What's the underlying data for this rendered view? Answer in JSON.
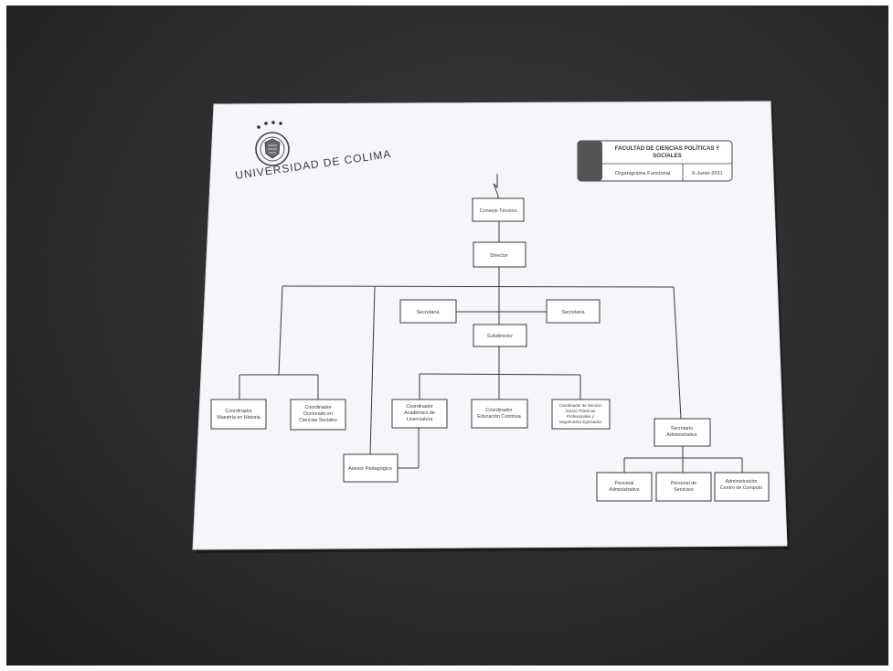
{
  "document": {
    "seal": {
      "text": "UNIVERSIDAD DE COLIMA",
      "icon": "university-seal-icon"
    },
    "header": {
      "title_line1": "FACULTAD DE CIENCIAS POLÍTICAS Y",
      "title_line2": "SOCIALES",
      "doc_type": "Organigrama Funcional",
      "date": "6-Junio-2011"
    },
    "org_chart": {
      "consejo_tecnico": "Consejo Técnico",
      "director": "Director",
      "secretaria_left": "Secretaria",
      "secretaria_right": "Secretaria",
      "subdirector": "Subdirector",
      "coord_maestria": [
        "Coordinador",
        "Maestría en Historia"
      ],
      "coord_doctorado": [
        "Coordinador",
        "Doctorado en",
        "Ciencias Sociales"
      ],
      "asesor_pedagogico": "Asesor Pedagógico",
      "coord_academico": [
        "Coordinador",
        "Académico de",
        "Licenciatura"
      ],
      "coord_educacion": [
        "Coordinador",
        "Educación Continua"
      ],
      "coord_servicio": [
        "Coordinador de Servicio",
        "Social, Prácticas",
        "Profesionales y",
        "Seguimiento Egresados"
      ],
      "secretario_admin": [
        "Secretario",
        "Administrativo"
      ],
      "personal_admin": [
        "Personal",
        "Administrativo"
      ],
      "personal_servicios": [
        "Personal de",
        "Servicios"
      ],
      "admin_centro": [
        "Administración",
        "Centro de Computo"
      ]
    }
  },
  "colors": {
    "desk": "#2e2e2e",
    "paper": "#f6f7fb",
    "ink": "#3a3a3a",
    "header_tab": "#5a5a5a"
  }
}
